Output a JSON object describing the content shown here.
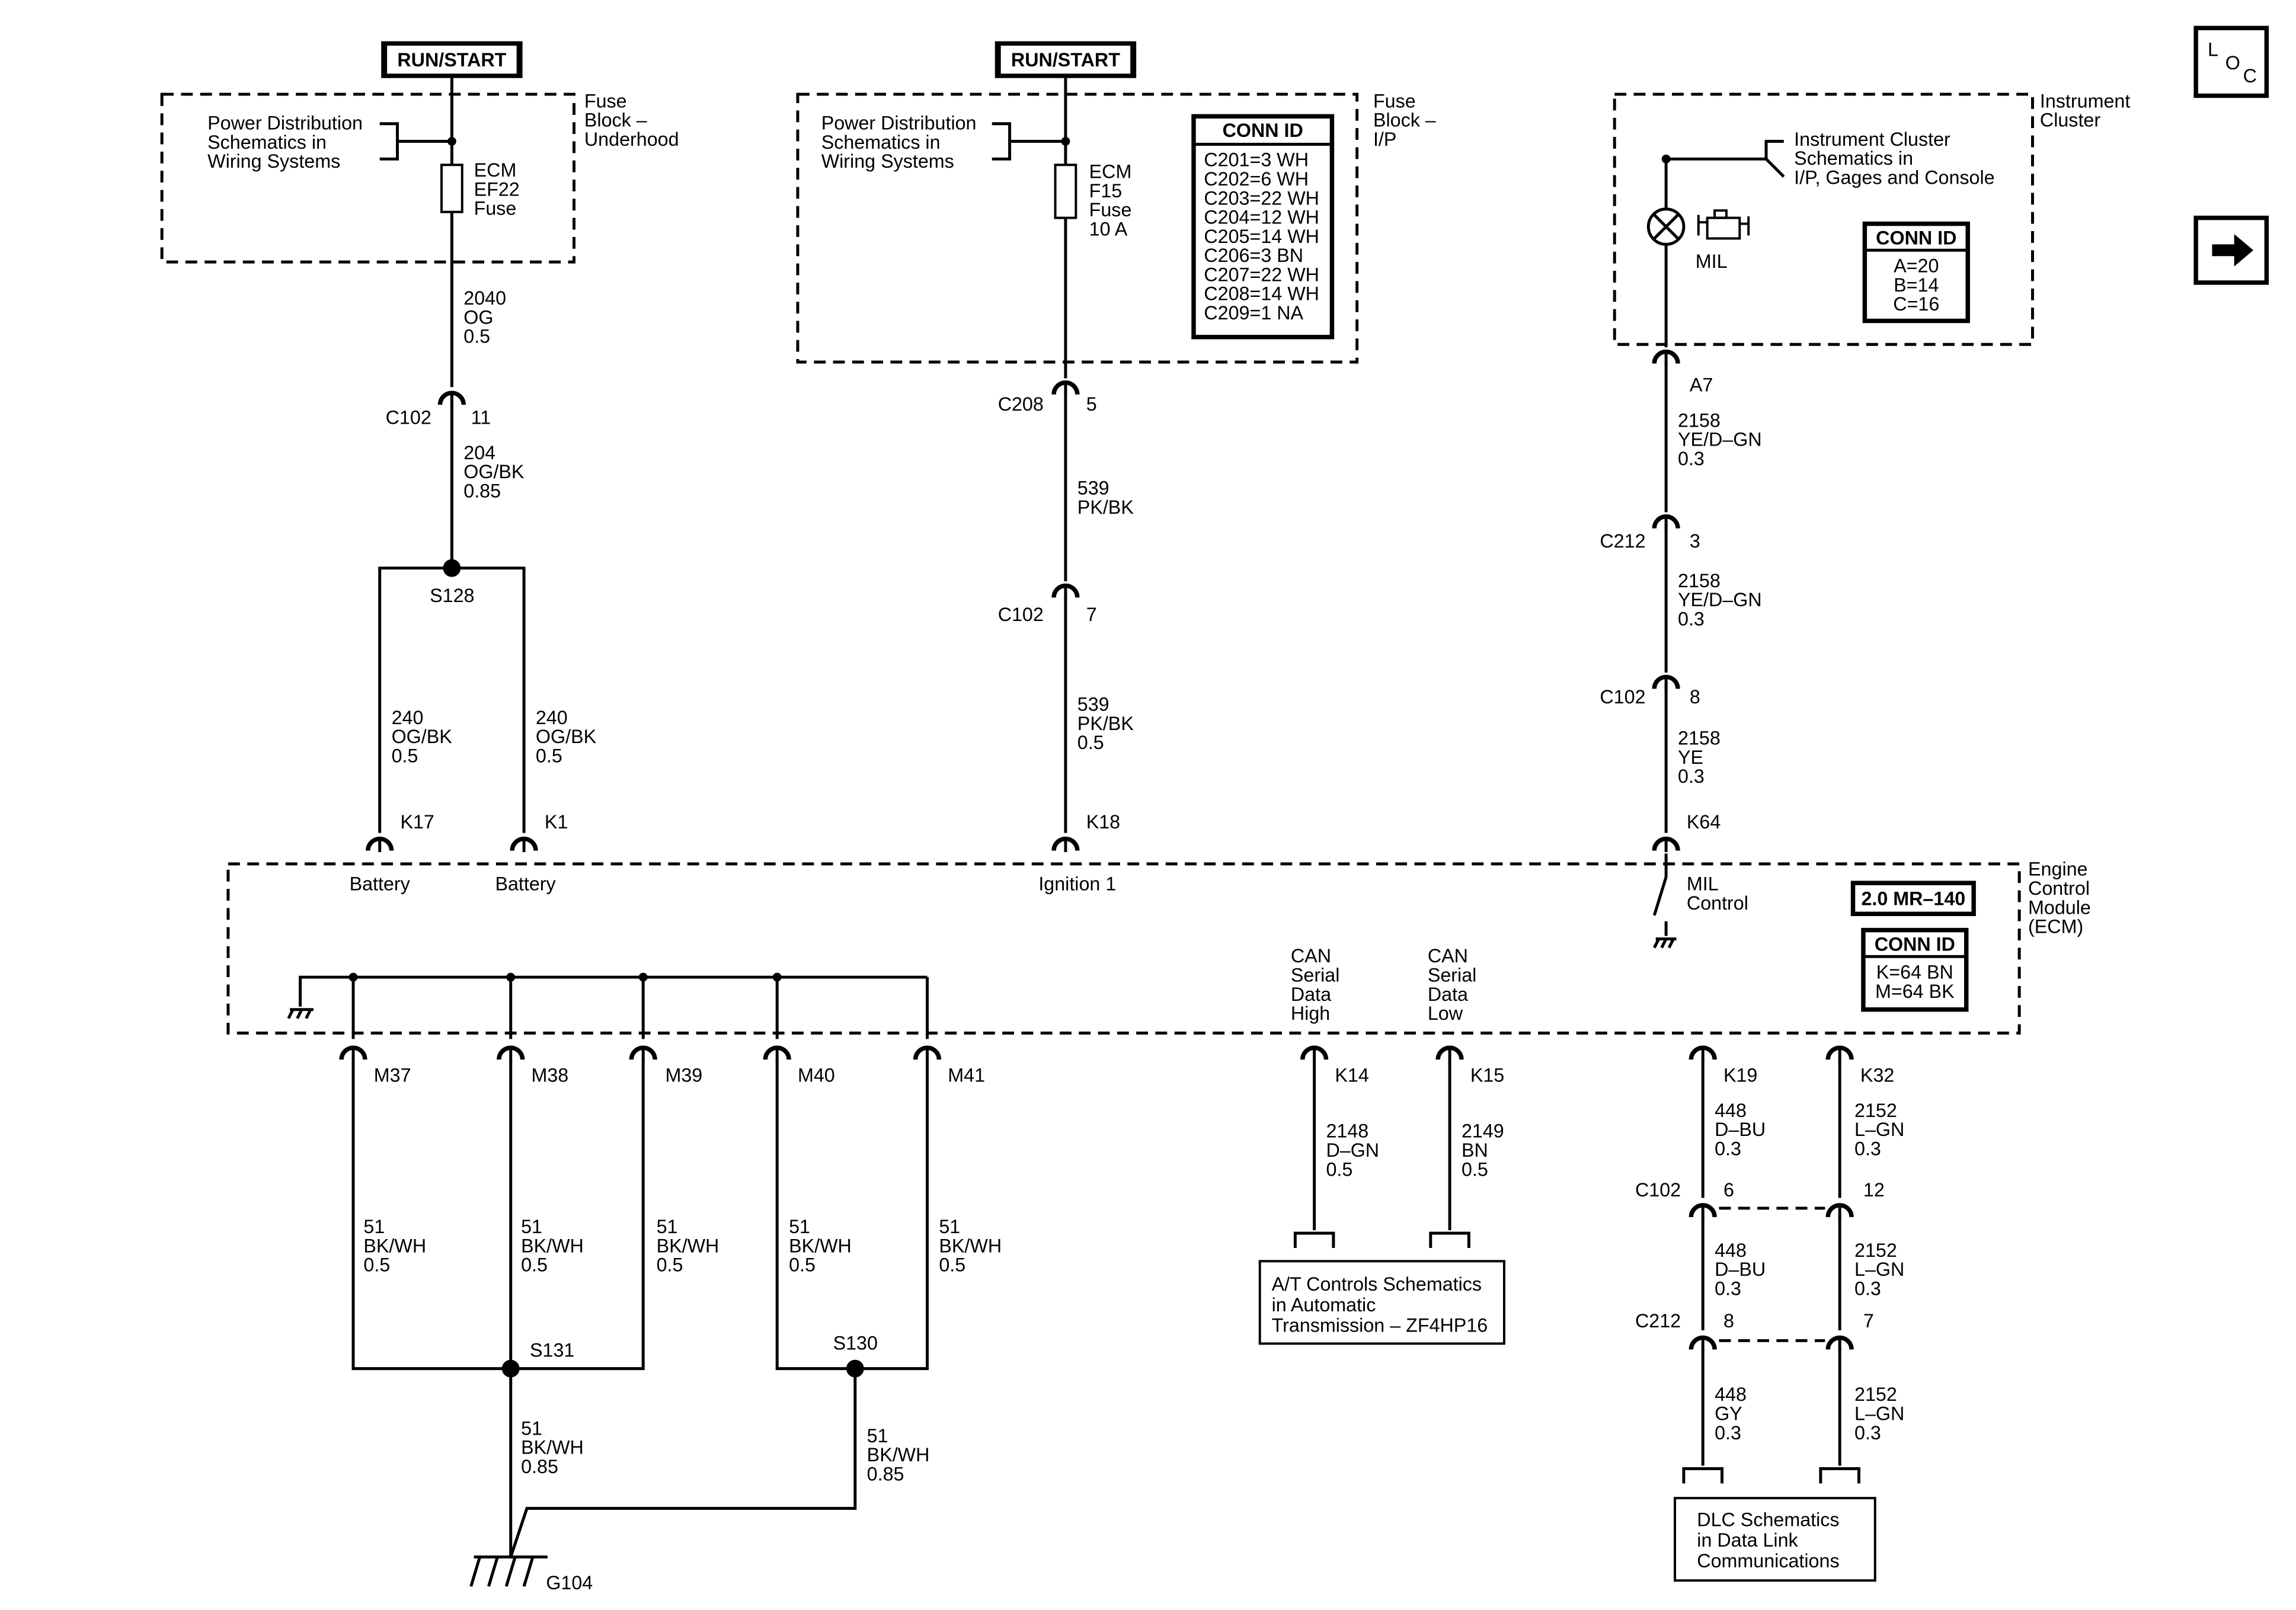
{
  "header": {
    "run_start_1": "RUN/START",
    "run_start_2": "RUN/START",
    "loc_icon_letters": "L O C",
    "next_page_icon": "arrow-right"
  },
  "fuse_block_underhood": {
    "title_lines": [
      "Fuse",
      "Block –",
      "Underhood"
    ],
    "ref_lines": [
      "Power Distribution",
      "Schematics in",
      "Wiring Systems"
    ],
    "fuse_lines": [
      "ECM",
      "EF22",
      "Fuse"
    ]
  },
  "fuse_block_ip": {
    "title_lines": [
      "Fuse",
      "Block –",
      "I/P"
    ],
    "ref_lines": [
      "Power Distribution",
      "Schematics in",
      "Wiring Systems"
    ],
    "fuse_lines": [
      "ECM",
      "F15",
      "Fuse",
      "10 A"
    ],
    "conn_id_title": "CONN ID",
    "conn_ids": [
      "C201=3 WH",
      "C202=6 WH",
      "C203=22 WH",
      "C204=12 WH",
      "C205=14 WH",
      "C206=3 BN",
      "C207=22 WH",
      "C208=14 WH",
      "C209=1 NA"
    ]
  },
  "instrument_cluster": {
    "title_lines": [
      "Instrument",
      "Cluster"
    ],
    "ref_lines": [
      "Instrument Cluster",
      "Schematics in",
      "I/P, Gages and Console"
    ],
    "lamp_label": "MIL",
    "conn_id_title": "CONN ID",
    "conn_ids": [
      "A=20",
      "B=14",
      "C=16"
    ]
  },
  "ecm": {
    "title_lines": [
      "Engine",
      "Control",
      "Module",
      "(ECM)"
    ],
    "version": "2.0 MR–140",
    "conn_id_title": "CONN ID",
    "conn_ids": [
      "K=64 BN",
      "M=64 BK"
    ],
    "pin_labels": {
      "k17": "Battery",
      "k1": "Battery",
      "k18": "Ignition 1",
      "mil_control": [
        "MIL",
        "Control"
      ],
      "can_high": [
        "CAN",
        "Serial",
        "Data",
        "High"
      ],
      "can_low": [
        "CAN",
        "Serial",
        "Data",
        "Low"
      ]
    }
  },
  "wires": {
    "w2040": [
      "2040",
      "OG",
      "0.5"
    ],
    "w204": [
      "204",
      "OG/BK",
      "0.85"
    ],
    "w240a": [
      "240",
      "OG/BK",
      "0.5"
    ],
    "w240b": [
      "240",
      "OG/BK",
      "0.5"
    ],
    "w539a": [
      "539",
      "PK/BK"
    ],
    "w539b": [
      "539",
      "PK/BK",
      "0.5"
    ],
    "w2158a": [
      "2158",
      "YE/D–GN",
      "0.3"
    ],
    "w2158b": [
      "2158",
      "YE/D–GN",
      "0.3"
    ],
    "w2158c": [
      "2158",
      "YE",
      "0.3"
    ],
    "w2148": [
      "2148",
      "D–GN",
      "0.5"
    ],
    "w2149": [
      "2149",
      "BN",
      "0.5"
    ],
    "w448a": [
      "448",
      "D–BU",
      "0.3"
    ],
    "w448b": [
      "448",
      "D–BU",
      "0.3"
    ],
    "w448c": [
      "448",
      "GY",
      "0.3"
    ],
    "w2152a": [
      "2152",
      "L–GN",
      "0.3"
    ],
    "w2152b": [
      "2152",
      "L–GN",
      "0.3"
    ],
    "w2152c": [
      "2152",
      "L–GN",
      "0.3"
    ],
    "w51_m37": [
      "51",
      "BK/WH",
      "0.5"
    ],
    "w51_m38": [
      "51",
      "BK/WH",
      "0.5"
    ],
    "w51_m39": [
      "51",
      "BK/WH",
      "0.5"
    ],
    "w51_m40": [
      "51",
      "BK/WH",
      "0.5"
    ],
    "w51_m41": [
      "51",
      "BK/WH",
      "0.5"
    ],
    "w51_s131": [
      "51",
      "BK/WH",
      "0.85"
    ],
    "w51_s130": [
      "51",
      "BK/WH",
      "0.85"
    ]
  },
  "connectors": {
    "c102_11": {
      "name": "C102",
      "pin": "11"
    },
    "c208_5": {
      "name": "C208",
      "pin": "5"
    },
    "c102_7": {
      "name": "C102",
      "pin": "7"
    },
    "a7": "A7",
    "c212_3": {
      "name": "C212",
      "pin": "3"
    },
    "c102_8": {
      "name": "C102",
      "pin": "8"
    },
    "k17": "K17",
    "k1": "K1",
    "k18": "K18",
    "k64": "K64",
    "m37": "M37",
    "m38": "M38",
    "m39": "M39",
    "m40": "M40",
    "m41": "M41",
    "k14": "K14",
    "k15": "K15",
    "k19": "K19",
    "k32": "K32",
    "c102_6_12": {
      "name": "C102",
      "pin_a": "6",
      "pin_b": "12"
    },
    "c212_8_7": {
      "name": "C212",
      "pin_a": "8",
      "pin_b": "7"
    }
  },
  "splices": {
    "s128": "S128",
    "s131": "S131",
    "s130": "S130"
  },
  "ground": "G104",
  "references": {
    "at_controls": [
      "A/T Controls Schematics",
      "in Automatic",
      "Transmission – ZF4HP16"
    ],
    "dlc": [
      "DLC Schematics",
      "in Data Link",
      "Communications"
    ]
  },
  "colors": {
    "line": "#000000",
    "background": "#ffffff"
  }
}
